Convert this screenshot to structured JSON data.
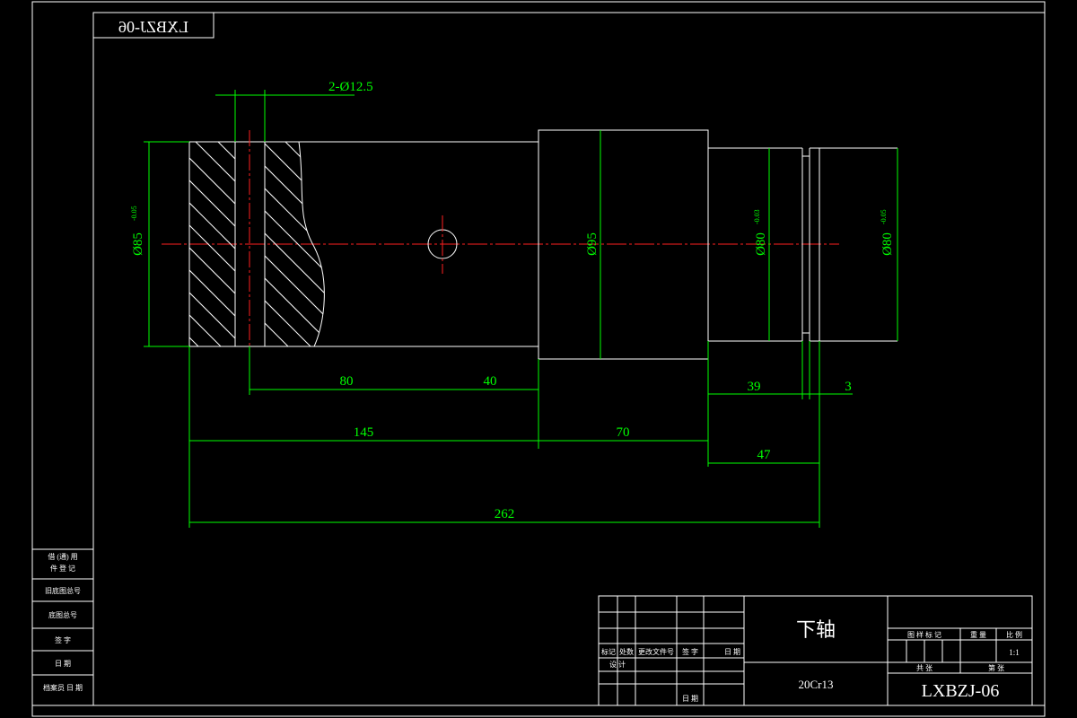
{
  "code_box": "LXBZJ-06",
  "hole_note": "2-Ø12.5",
  "diameters": {
    "d1": "Ø85",
    "d1_tol": "-0.05",
    "d2": "Ø95",
    "d3": "Ø80",
    "d3_tol": "-0.03",
    "d4": "Ø80",
    "d4_tol": "-0.05"
  },
  "dimensions": {
    "l80": "80",
    "l40": "40",
    "l145": "145",
    "l70": "70",
    "l39": "39",
    "l3": "3",
    "l47": "47",
    "l262": "262"
  },
  "left_table": [
    "借 (通) 用",
    "件 登 记",
    "旧底图总号",
    "底图总号",
    "签 字",
    "日 期",
    "档案员  日 期"
  ],
  "title_block": {
    "part_name": "下轴",
    "material": "20Cr13",
    "drawing_no": "LXBZJ-06",
    "rev_labels": [
      "标记",
      "处数",
      "更改文件号",
      "签 字",
      "日 期"
    ],
    "design_label": "设 计",
    "date_label": "日 期",
    "stage_label": "图 样 标 记",
    "weight_label": "重 量",
    "scale_label": "比 例",
    "scale_value": "1:1",
    "sheets_label": "共 张",
    "sheet_label": "第 张"
  }
}
